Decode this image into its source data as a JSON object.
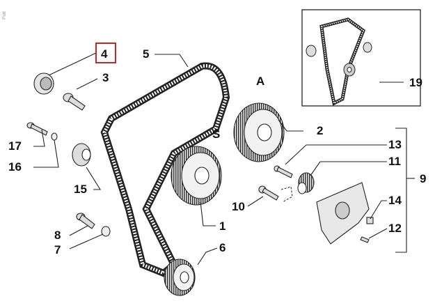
{
  "watermark": "Fiat",
  "highlight_color": "#cc2222",
  "labels": {
    "p1": "1",
    "p2": "2",
    "p3": "3",
    "p4": "4",
    "p5": "5",
    "p6": "6",
    "p7": "7",
    "p8": "8",
    "p9": "9",
    "p10": "10",
    "p11": "11",
    "p12": "12",
    "p13": "13",
    "p14": "14",
    "p15": "15",
    "p16": "16",
    "p17": "17",
    "p19": "19",
    "pulley_a": "A",
    "pulley_s": "S"
  },
  "highlighted_part": "4",
  "parts": [
    {
      "ref": "1",
      "item": "camshaft pulley S"
    },
    {
      "ref": "2",
      "item": "camshaft pulley A"
    },
    {
      "ref": "3",
      "item": "screw"
    },
    {
      "ref": "4",
      "item": "seal"
    },
    {
      "ref": "5",
      "item": "timing belt"
    },
    {
      "ref": "6",
      "item": "crankshaft pulley"
    },
    {
      "ref": "7",
      "item": "washer"
    },
    {
      "ref": "8",
      "item": "screw"
    },
    {
      "ref": "9",
      "item": "tensioner assembly"
    },
    {
      "ref": "10",
      "item": "screw"
    },
    {
      "ref": "11",
      "item": "tensioner pulley"
    },
    {
      "ref": "12",
      "item": "pin"
    },
    {
      "ref": "13",
      "item": "screw"
    },
    {
      "ref": "14",
      "item": "nut"
    },
    {
      "ref": "15",
      "item": "idler pulley"
    },
    {
      "ref": "16",
      "item": "washer"
    },
    {
      "ref": "17",
      "item": "screw"
    },
    {
      "ref": "19",
      "item": "timing belt kit"
    }
  ]
}
